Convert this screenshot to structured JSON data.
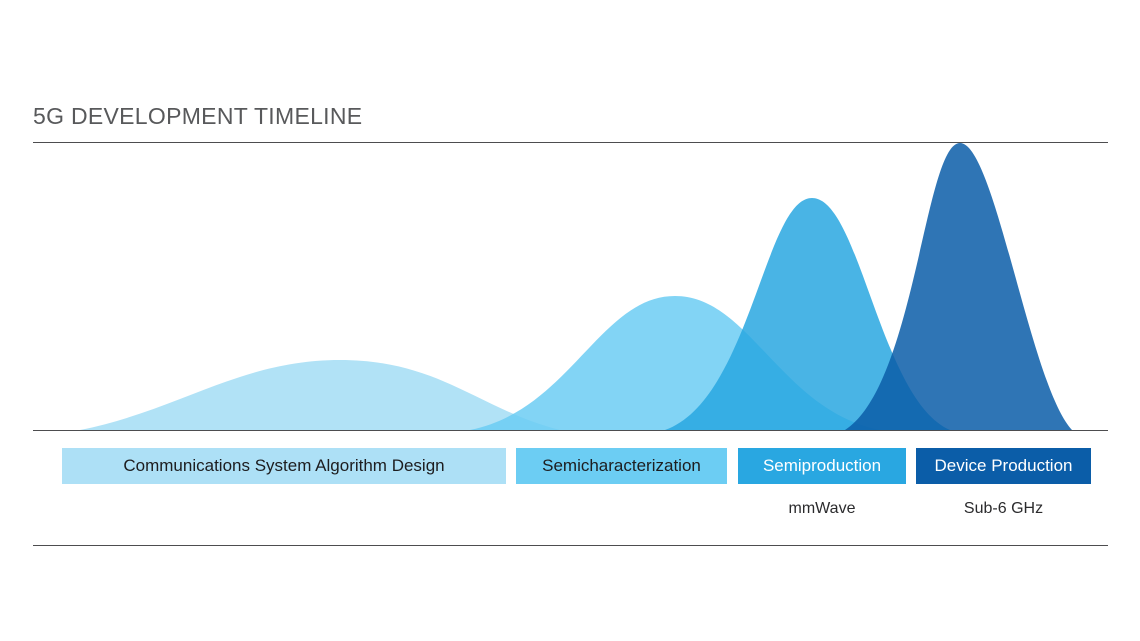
{
  "title": "5G DEVELOPMENT TIMELINE",
  "phases": [
    {
      "label": "Communications System Algorithm Design",
      "color": "#ade0f6"
    },
    {
      "label": "Semicharacterization",
      "color": "#6ccdf3"
    },
    {
      "label": "Semiproduction",
      "color": "#29a7e1",
      "sublabel": "mmWave"
    },
    {
      "label": "Device Production",
      "color": "#0b5da8",
      "sublabel": "Sub-6 GHz"
    }
  ],
  "curve_colors": [
    "#ade0f6",
    "#6ccdf3",
    "#29a7e1",
    "#0b5da8"
  ]
}
